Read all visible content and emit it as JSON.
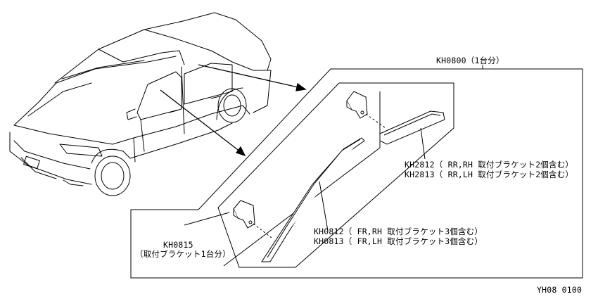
{
  "diagram": {
    "set_label": "KH0800（1台分）",
    "rear_visor_rh": "KH2812（ RR,RH 取付ブラケット2個含む）",
    "rear_visor_lh": "KH2813（ RR,LH 取付ブラケット2個含む）",
    "front_visor_rh": "KH0812（ FR,RH 取付ブラケット3個含む）",
    "front_visor_lh": "KH0813（ FR,LH 取付ブラケット3個含む）",
    "bracket_part": "KH0815",
    "bracket_note": "（取付ブラケット1台分）",
    "figure_code": "YH08 0100"
  }
}
